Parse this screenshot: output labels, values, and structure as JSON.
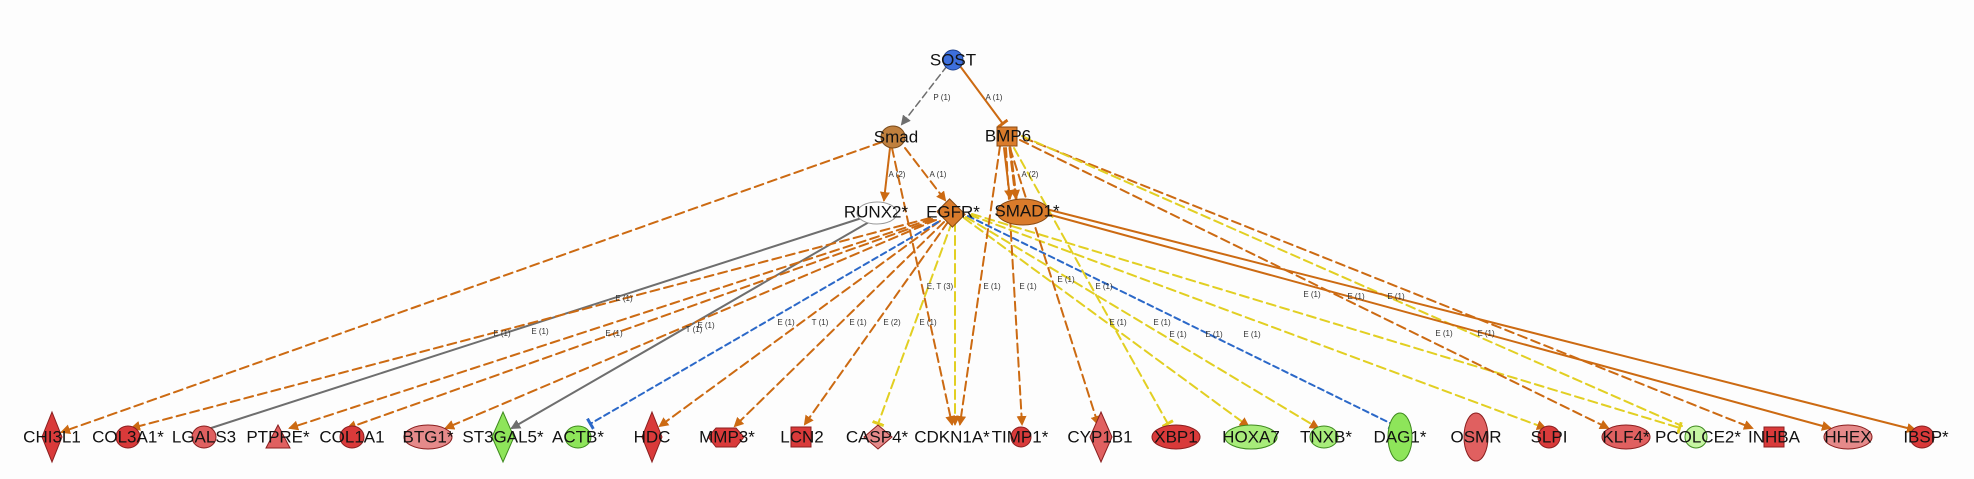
{
  "colors": {
    "activation": "#cc6a12",
    "inhibition_yellow": "#e2cf22",
    "unknown_gray": "#6e6e6e",
    "inhibit_blue": "#2b68c8",
    "up_red": "#d93a3a",
    "up_light": "#e58a8a",
    "down_green": "#8ee55a",
    "down_light": "#c6f5a2",
    "orange_node": "#d97b2b",
    "blue_node": "#3d6fdc"
  },
  "nodes": {
    "SOST": "SOST",
    "Smad": "Smad",
    "BMP6": "BMP6",
    "RUNX2": "RUNX2*",
    "EGFR": "EGFR*",
    "SMAD1": "SMAD1*",
    "CHI3L1": "CHI3L1",
    "COL3A1": "COL3A1*",
    "LGALS3": "LGALS3",
    "PTPRE": "PTPRE*",
    "COL1A1": "COL1A1",
    "BTG1": "BTG1*",
    "ST3GAL5": "ST3GAL5*",
    "ACTB": "ACTB*",
    "HDC": "HDC",
    "MMP3": "MMP3*",
    "LCN2": "LCN2",
    "CASP4": "CASP4*",
    "CDKN1A": "CDKN1A*",
    "TIMP1": "TIMP1*",
    "CYP1B1": "CYP1B1",
    "XBP1": "XBP1",
    "HOXA7": "HOXA7",
    "TNXB": "TNXB*",
    "DAG1": "DAG1*",
    "OSMR": "OSMR",
    "SLPI": "SLPI",
    "KLF4": "KLF4*",
    "PCOLCE2": "PCOLCE2*",
    "INHBA": "INHBA",
    "HHEX": "HHEX",
    "IBSP": "IBSP*"
  },
  "edge_labels": {
    "sost_smad": "P (1)",
    "sost_bmp6": "A (1)",
    "smad_runx2": "A (2)",
    "smad_egfr": "A (1)",
    "bmp6_smad1": "A (2)",
    "e1": "E (1)",
    "e2": "E (2)",
    "t1": "T (1)",
    "et3": "E, T (3)"
  }
}
